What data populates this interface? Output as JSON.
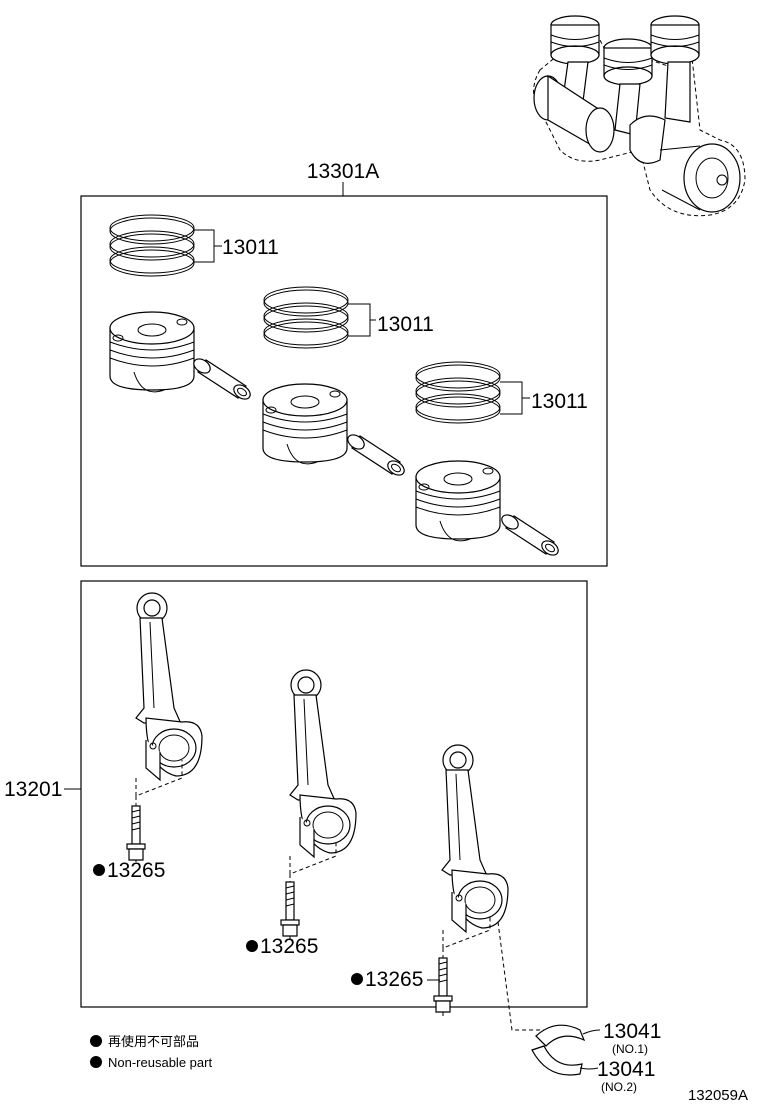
{
  "assembly_label": "13301A",
  "ring_labels": [
    "13011",
    "13011",
    "13011"
  ],
  "rod_label": "13201",
  "bolt_labels": [
    "13265",
    "13265",
    "13265"
  ],
  "bearing_labels": [
    {
      "number": "13041",
      "sub": "(NO.1)"
    },
    {
      "number": "13041",
      "sub": "(NO.2)"
    }
  ],
  "legend": {
    "japanese": "再使用不可部品",
    "english": "Non-reusable part"
  },
  "figure_number": "132059A"
}
